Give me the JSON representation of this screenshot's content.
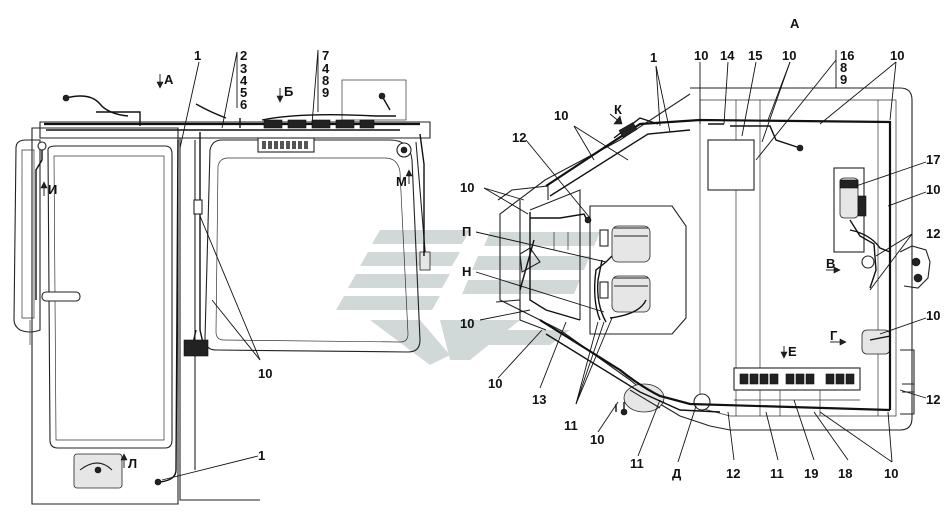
{
  "labels": {
    "view_a_title": "А",
    "arrow_a": "А",
    "arrow_b": "Б",
    "arrow_i": "И",
    "arrow_m": "М",
    "arrow_l": "Л",
    "arrow_k": "К",
    "arrow_p": "П",
    "arrow_n": "Н",
    "arrow_v": "В",
    "arrow_g": "Г",
    "arrow_e": "Е",
    "arrow_d": "Д",
    "n1_top": "1",
    "n1_bottom": "1",
    "stack_left": [
      "2",
      "3",
      "4",
      "5",
      "6"
    ],
    "stack_right": [
      "7",
      "4",
      "8",
      "9"
    ],
    "n10_left": "10",
    "v_n1": "1",
    "v_n10_a": "10",
    "v_n14": "14",
    "v_n15": "15",
    "v_n10_b": "10",
    "v_stack": [
      "16",
      "8",
      "9"
    ],
    "v_n10_c": "10",
    "v_n12_top": "12",
    "v_n10_d": "10",
    "v_n10_e": "10",
    "v_n17": "17",
    "v_n10_f": "10",
    "v_n12_right": "12",
    "v_n10_g": "10",
    "v_n12_br": "12",
    "v_n10_h": "10",
    "v_n10_i": "10",
    "v_n13": "13",
    "v_n11_a": "11",
    "v_n10_j": "10",
    "v_n11_b": "11",
    "v_n12_b": "12",
    "v_n11_c": "11",
    "v_n19": "19",
    "v_n18": "18",
    "v_n10_k": "10"
  },
  "colors": {
    "line": "#222222",
    "watermark": "#c9d2d2"
  }
}
